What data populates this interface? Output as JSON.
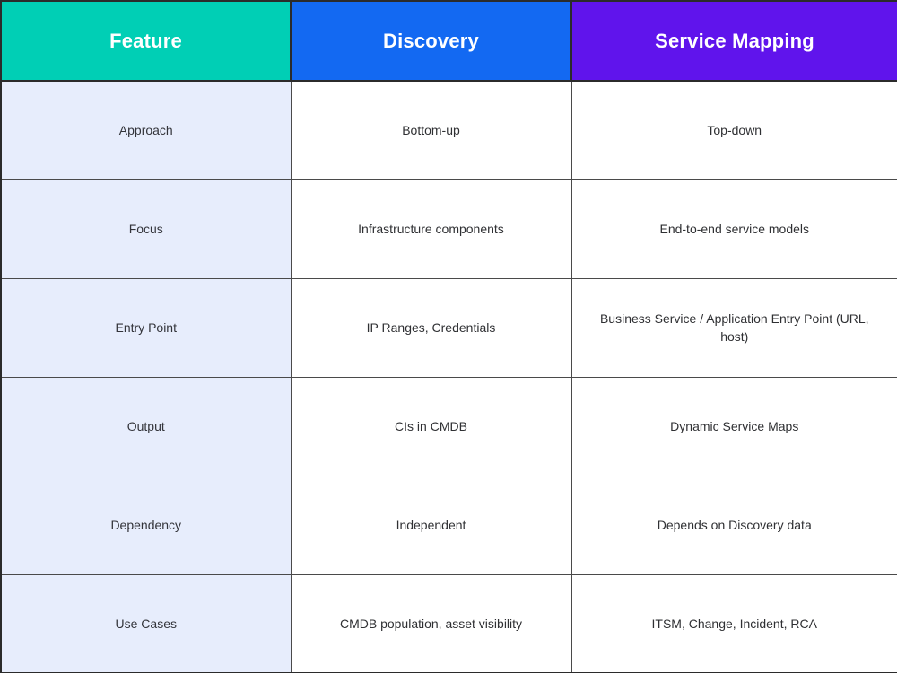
{
  "table": {
    "columns": [
      {
        "key": "feature",
        "label": "Feature",
        "header_bg": "#00cfb5",
        "header_fg": "#ffffff",
        "cell_bg": "#e7edfc"
      },
      {
        "key": "discovery",
        "label": "Discovery",
        "header_bg": "#1369f2",
        "header_fg": "#ffffff",
        "cell_bg": "#ffffff"
      },
      {
        "key": "mapping",
        "label": "Service Mapping",
        "header_bg": "#6014ec",
        "header_fg": "#ffffff",
        "cell_bg": "#ffffff"
      }
    ],
    "rows": [
      {
        "feature": "Approach",
        "discovery": "Bottom-up",
        "mapping": "Top-down"
      },
      {
        "feature": "Focus",
        "discovery": "Infrastructure components",
        "mapping": "End-to-end service models"
      },
      {
        "feature": "Entry Point",
        "discovery": "IP Ranges, Credentials",
        "mapping": "Business Service / Application Entry Point (URL, host)"
      },
      {
        "feature": "Output",
        "discovery": "CIs in CMDB",
        "mapping": "Dynamic Service Maps"
      },
      {
        "feature": "Dependency",
        "discovery": "Independent",
        "mapping": "Depends on Discovery data"
      },
      {
        "feature": "Use Cases",
        "discovery": "CMDB population, asset visibility",
        "mapping": "ITSM, Change, Incident, RCA"
      }
    ]
  },
  "theme": {
    "border_color": "#4a4a4a",
    "outer_border_color": "#2b2b2b",
    "body_text_color": "#2f3033",
    "page_bg": "#ffffff"
  }
}
